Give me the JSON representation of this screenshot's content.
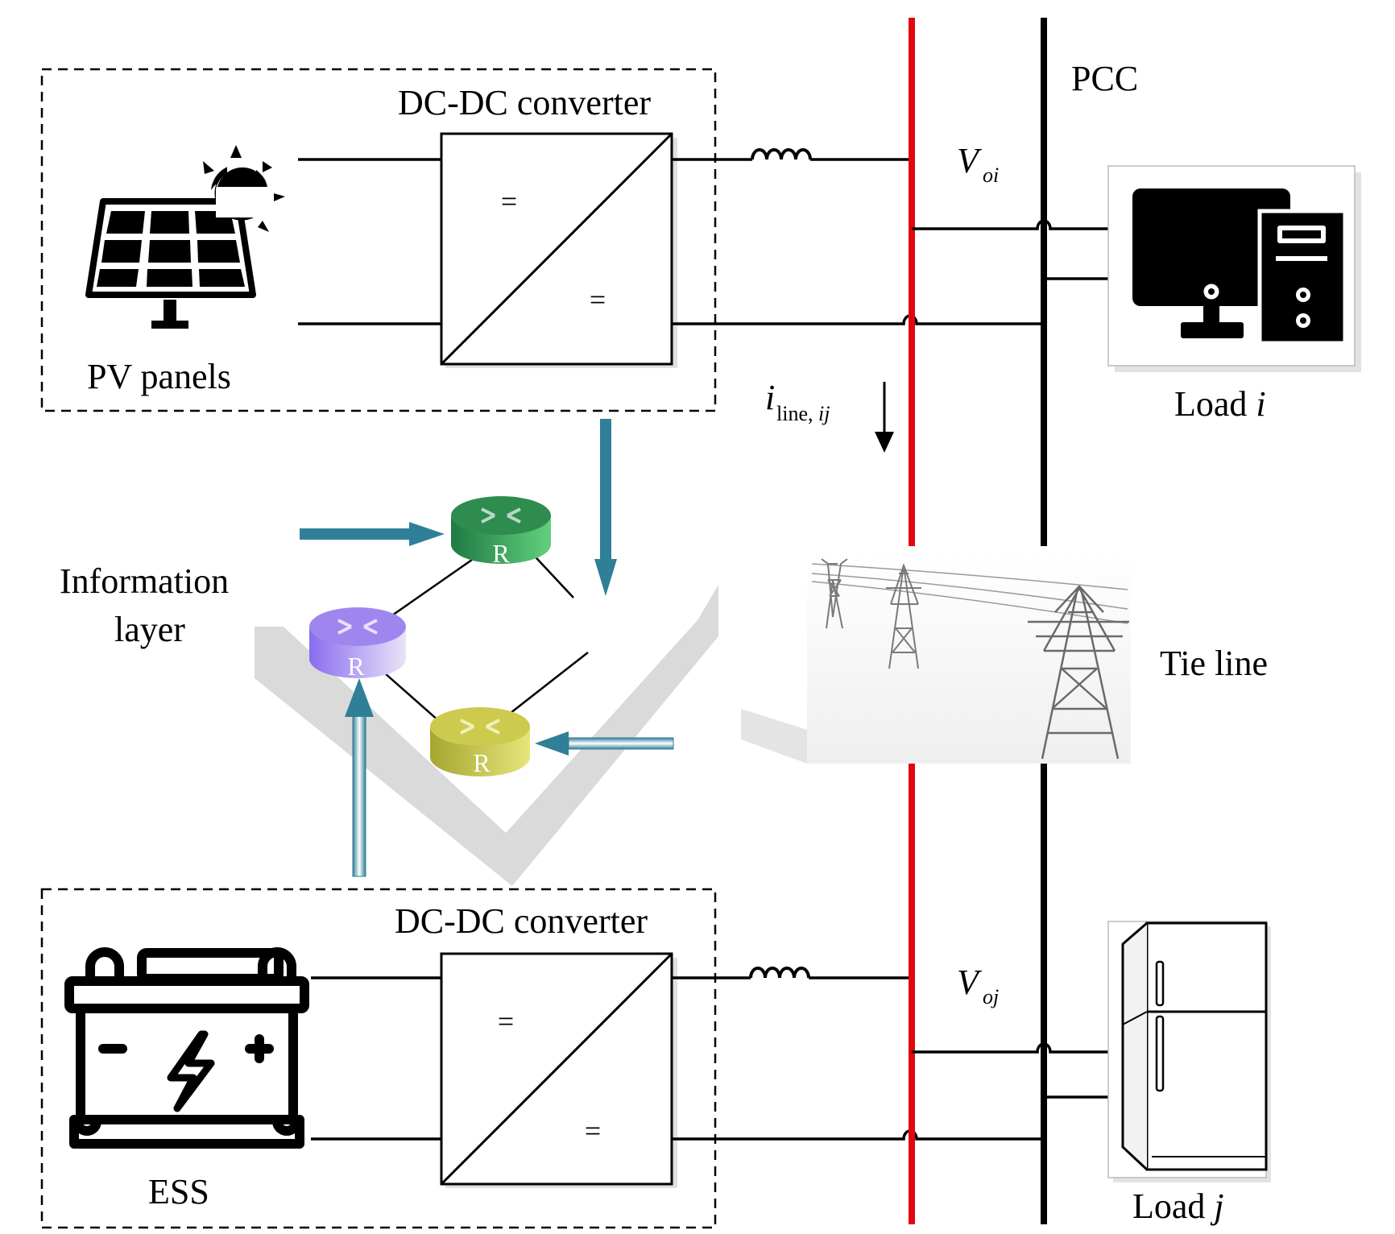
{
  "top_unit": {
    "source_label": "PV panels",
    "converter_label": "DC-DC converter",
    "converter_input_symbol": "=",
    "converter_output_symbol": "="
  },
  "bottom_unit": {
    "source_label": "ESS",
    "converter_label": "DC-DC converter",
    "converter_input_symbol": "=",
    "converter_output_symbol": "="
  },
  "bus": {
    "pcc_label": "PCC",
    "voltage_i": {
      "main": "V",
      "sub": "oi"
    },
    "voltage_j": {
      "main": "V",
      "sub": "oj"
    },
    "line_current": {
      "main": "i",
      "sub_plain": "line,",
      "sub_italic": "ij"
    },
    "tie_line_label": "Tie line",
    "bus_color_positive": "#e0070f",
    "bus_color_negative": "#000000"
  },
  "loads": {
    "load_i": {
      "text": "Load ",
      "index": "i",
      "icon": "computer-icon"
    },
    "load_j": {
      "text": "Load ",
      "index": "j",
      "icon": "refrigerator-icon"
    }
  },
  "information_layer": {
    "label_line1": "Information",
    "label_line2": "layer",
    "router_letter": "R",
    "router_colors": {
      "green": "#2f9a57",
      "purple": "#9f86ee",
      "yellow": "#c7c64a"
    },
    "arrow_color": "#2f7f98"
  }
}
